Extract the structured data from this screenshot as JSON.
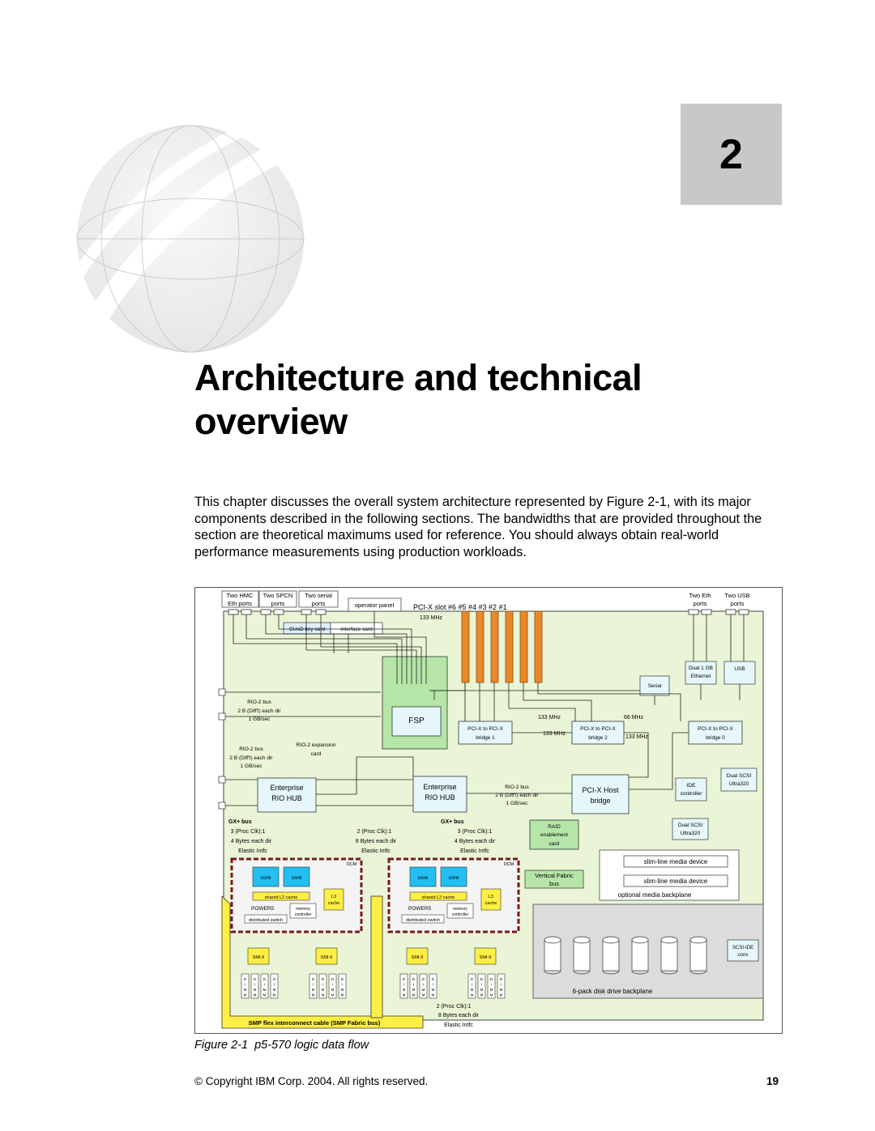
{
  "chapter": {
    "number": "2",
    "title_line1": "Architecture and technical",
    "title_line2": "overview"
  },
  "intro_text": "This chapter discusses the overall system architecture represented by Figure 2-1, with its major components described in the following sections. The bandwidths that are provided throughout the section are theoretical maximums used for reference. You should always obtain real-world performance measurements using production workloads.",
  "figure": {
    "caption_label": "Figure 2-1",
    "caption_text": "p5-570 logic data flow",
    "labels": {
      "two_hmc_1": "Two HMC",
      "two_hmc_2": "Eth ports",
      "two_spcn_1": "Two SPCN",
      "two_spcn_2": "ports",
      "two_serial_1": "Two serial",
      "two_serial_2": "ports",
      "operator_panel": "operator panel",
      "pcix_slots": "PCI-X slot  #6   #5  #4  #3   #2  #1",
      "mhz_133_top": "133 MHz",
      "two_eth_1": "Two Eth",
      "two_eth_2": "ports",
      "two_usb_1": "Two USB",
      "two_usb_2": "ports",
      "cuod": "CUoD key card",
      "interface_card": "interface card",
      "dual_1gb_1": "Dual 1 GB",
      "dual_1gb_2": "Ethernet",
      "usb": "USB",
      "serial": "Serial",
      "rio2_bus_a": "RIO-2 bus",
      "rio2_bw_a1": "2 B (Diff'l) each dir",
      "rio2_bw_a2": "1 GB/sec",
      "fsp": "FSP",
      "mhz_133_a": "133 MHz",
      "mhz_66": "66 MHz",
      "mhz_133_b": "133 MHz",
      "mhz_133_c": "133 MHz",
      "pcix_bridge": "PCI-X to PCI-X",
      "bridge1": "bridge 1",
      "bridge2": "bridge 2",
      "bridge0": "bridge 0",
      "rio2_bus_b": "RIO-2 bus",
      "rio2_bw_b1": "2 B (Diff'l) each dir",
      "rio2_bw_b2": "1 GB/sec",
      "rio2_exp_1": "RIO-2 expansion",
      "rio2_exp_2": "card",
      "dual_scsi_1": "Dual SCSI",
      "dual_scsi_2": "Ultra320",
      "enterprise": "Enterprise",
      "rio_hub": "RIO HUB",
      "rio2_bus_c": "RIO-2 bus",
      "rio2_bw_c1": "2 B (Diff'l) each dir",
      "rio2_bw_c2": "1 GB/sec",
      "pcix_host": "PCI-X Host",
      "bridge": "bridge",
      "ide_1": "IDE",
      "ide_2": "controller",
      "gx_bus": "GX+ bus",
      "proc_clk_3": "3 (Proc Clk):1",
      "proc_clk_2": "2 (Proc Clk):1",
      "bytes_4": "4 Bytes each dir",
      "bytes_8": "8 Bytes each dir",
      "elastic": "Elastic Intfc",
      "raid_1": "RAID",
      "raid_2": "enablement",
      "raid_3": "card",
      "dcm": "DCM",
      "core": "core",
      "shared_l2": "shared L2 cache",
      "l3_1": "L3",
      "l3_2": "cache",
      "power5": "POWER5",
      "mem_1": "memory",
      "mem_2": "controller",
      "dist_switch": "distributed switch",
      "vfb_1": "Vertical Fabric",
      "vfb_2": "bus",
      "slimline": "slim-line media device",
      "optional_media": "optional media backplane",
      "smi": "SMI-II",
      "dimm_d": "D",
      "dimm_i": "I",
      "dimm_m": "M",
      "scsi_ide_1": "SCSI-IDE",
      "scsi_ide_2": "conv",
      "disk_backplane": "6-pack disk drive backplane",
      "smp_flex": "SMP flex  interconnect cable (SMP Fabric bus)"
    }
  },
  "footer": {
    "copyright": "© Copyright IBM Corp. 2004. All rights reserved.",
    "page_number": "19"
  },
  "colors": {
    "chapter_box": "#c8c8c8",
    "diagram_bg": "#e9f5d6",
    "fsp_green": "#b5e6a8",
    "bridge_blue": "#e6f7fb",
    "pci_slot": "#e88a2a",
    "yellow": "#ffee44",
    "disk_gray": "#dcdcdc"
  }
}
